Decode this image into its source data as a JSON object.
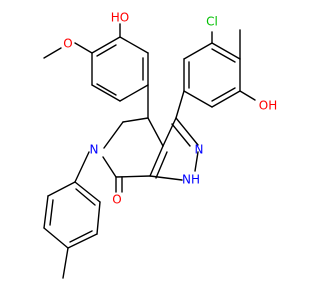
{
  "molecule": {
    "labels": {
      "oh_top": "HO",
      "o_methoxy": "O",
      "cl": "Cl",
      "oh_right": "OH",
      "n_pyrazole_2": "N",
      "n_pyrrole": "N",
      "nh_pyrazole": "NH",
      "o_carbonyl": "O"
    }
  },
  "colors": {
    "bond": "#000000",
    "oxygen": "#FF0000",
    "nitrogen": "#0000FF",
    "chlorine": "#00C000",
    "hydrogen_label": "#000000"
  }
}
